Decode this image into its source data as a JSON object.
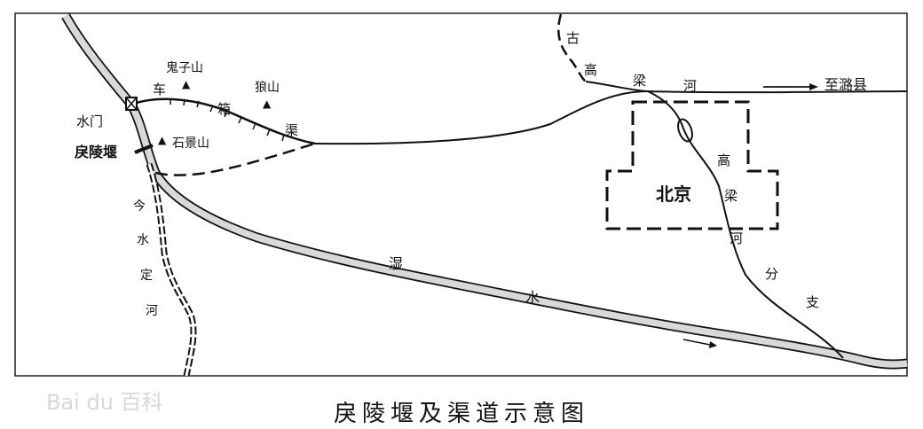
{
  "caption": "戾陵堰及渠道示意图",
  "watermark": "Bai du 百科",
  "labels": {
    "gugaoliang_gu": "古",
    "gaoliang_gao": "高",
    "gaoliang_liang": "梁",
    "gaoliang_he": "河",
    "zhiluxian": "至潞县",
    "guizishan": "鬼子山",
    "langshan": "狼山",
    "chexiangqu_che": "车",
    "chexiangqu_xiang": "箱",
    "chexiangqu_qu": "渠",
    "shuimen": "水门",
    "lilingyan": "戾陵堰",
    "shijingshan": "石景山",
    "beijing": "北京",
    "branch_gao": "高",
    "branch_liang": "梁",
    "branch_he": "河",
    "branch_fen": "分",
    "branch_zhi": "支",
    "shishui_shi": "湿",
    "shishui_shui": "水",
    "yongding_jin": "今",
    "yongding_yong": "水",
    "yongding_ding": "定",
    "yongding_he": "河"
  },
  "symbols": {
    "mountain_peak": "▲",
    "river_arrow": "→"
  },
  "colors": {
    "ink": "#111111",
    "river_fill": "#d9d9d9",
    "background": "#ffffff"
  }
}
